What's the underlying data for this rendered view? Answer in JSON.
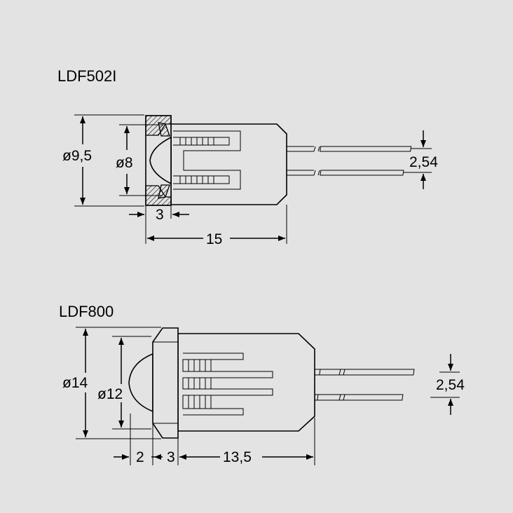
{
  "parts": [
    {
      "name": "LDF502I",
      "title": "LDF502I",
      "dimensions": {
        "outer_diameter": "ø9,5",
        "lens_diameter": "ø8",
        "flange_thickness": "3",
        "overall_length": "15",
        "pin_pitch": "2,54"
      }
    },
    {
      "name": "LDF800",
      "title": "LDF800",
      "dimensions": {
        "outer_diameter": "ø14",
        "lens_diameter": "ø12",
        "lens_height": "2",
        "flange_thickness": "3",
        "body_length": "13,5",
        "pin_pitch": "2,54"
      }
    }
  ],
  "colors": {
    "background": "#e3e3e3",
    "line": "#000000"
  }
}
